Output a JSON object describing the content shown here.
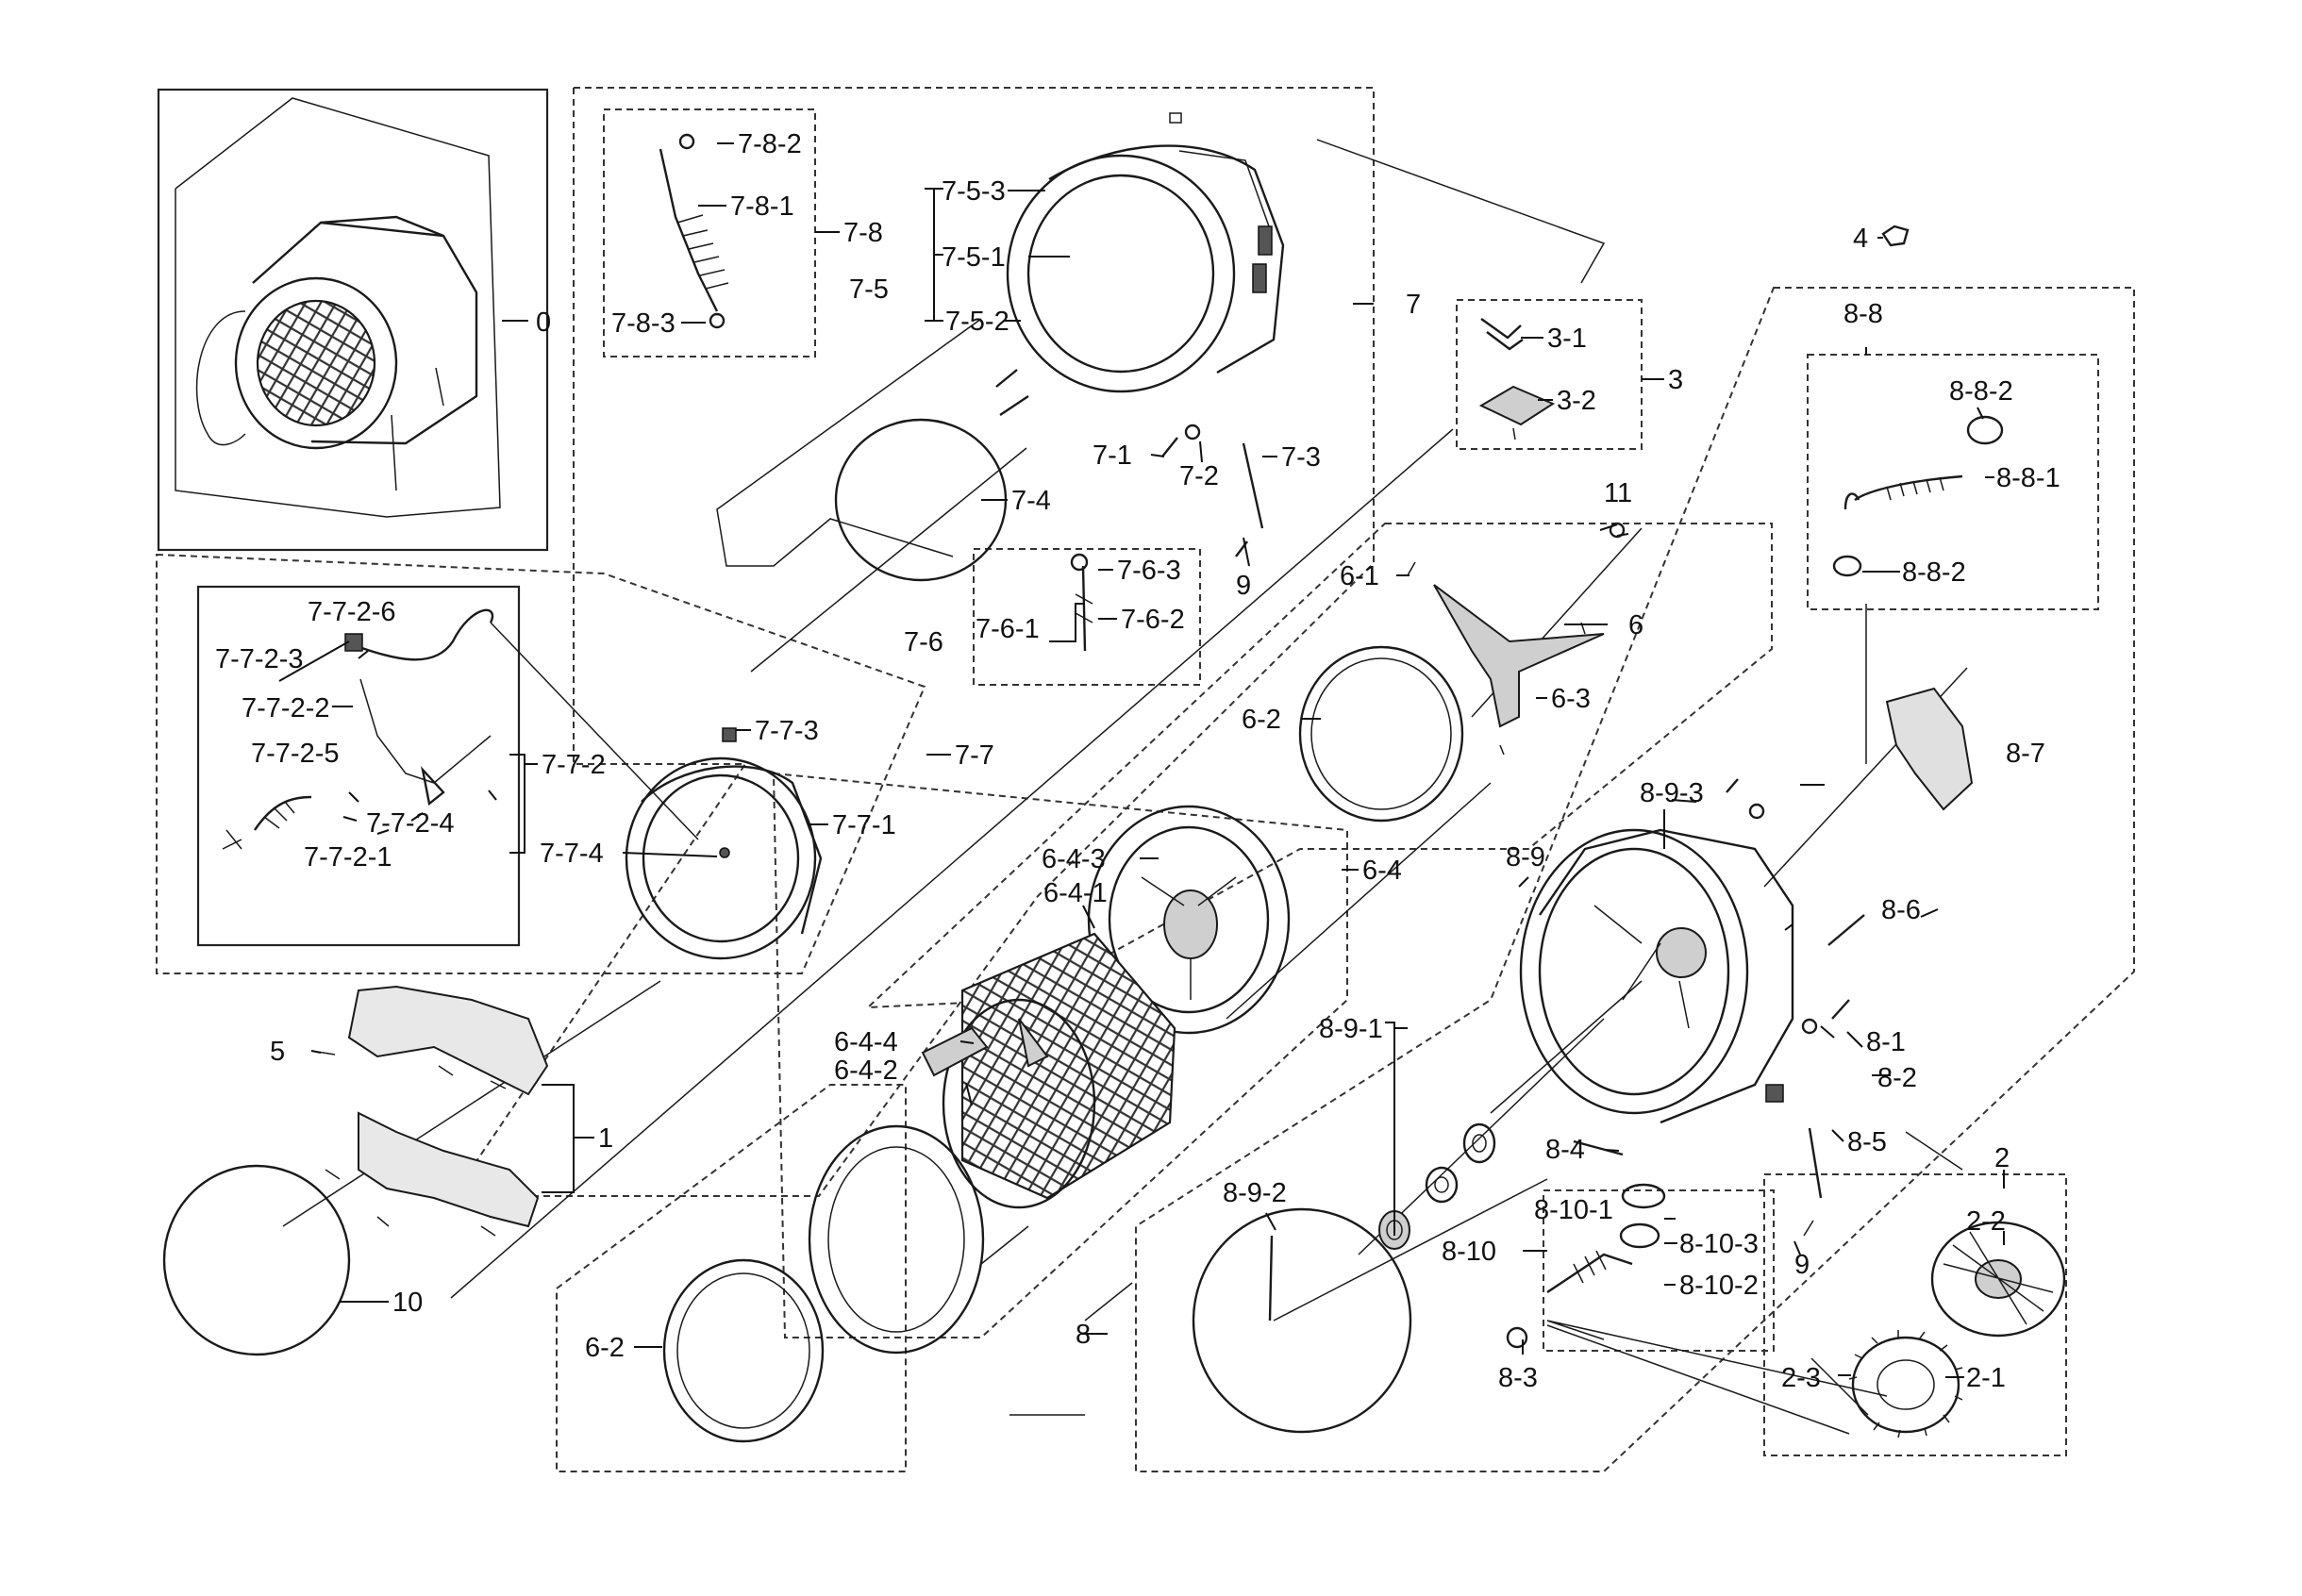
{
  "labels": {
    "l0": "0",
    "l1": "1",
    "l2": "2",
    "l2_1": "2-1",
    "l2_2": "2-2",
    "l2_3": "2-3",
    "l3": "3",
    "l3_1": "3-1",
    "l3_2": "3-2",
    "l4": "4",
    "l5": "5",
    "l6": "6",
    "l6_1": "6-1",
    "l6_2a": "6-2",
    "l6_2b": "6-2",
    "l6_3": "6-3",
    "l6_4": "6-4",
    "l6_4_1": "6-4-1",
    "l6_4_2": "6-4-2",
    "l6_4_3": "6-4-3",
    "l6_4_4": "6-4-4",
    "l7": "7",
    "l7_1": "7-1",
    "l7_2": "7-2",
    "l7_3": "7-3",
    "l7_4": "7-4",
    "l7_5": "7-5",
    "l7_5_1": "7-5-1",
    "l7_5_2": "7-5-2",
    "l7_5_3": "7-5-3",
    "l7_6": "7-6",
    "l7_6_1": "7-6-1",
    "l7_6_2": "7-6-2",
    "l7_6_3": "7-6-3",
    "l7_7": "7-7",
    "l7_7_1": "7-7-1",
    "l7_7_2": "7-7-2",
    "l7_7_2_1": "7-7-2-1",
    "l7_7_2_2": "7-7-2-2",
    "l7_7_2_3": "7-7-2-3",
    "l7_7_2_4": "7-7-2-4",
    "l7_7_2_5": "7-7-2-5",
    "l7_7_2_6": "7-7-2-6",
    "l7_7_3": "7-7-3",
    "l7_7_4": "7-7-4",
    "l7_8": "7-8",
    "l7_8_1": "7-8-1",
    "l7_8_2": "7-8-2",
    "l7_8_3": "7-8-3",
    "l8": "8",
    "l8_1": "8-1",
    "l8_2": "8-2",
    "l8_3": "8-3",
    "l8_4": "8-4",
    "l8_5": "8-5",
    "l8_6": "8-6",
    "l8_7": "8-7",
    "l8_8": "8-8",
    "l8_8_1": "8-8-1",
    "l8_8_2a": "8-8-2",
    "l8_8_2b": "8-8-2",
    "l8_9": "8-9",
    "l8_9_1": "8-9-1",
    "l8_9_2": "8-9-2",
    "l8_9_3": "8-9-3",
    "l8_10": "8-10",
    "l8_10_1": "8-10-1",
    "l8_10_2": "8-10-2",
    "l8_10_3": "8-10-3",
    "l9a": "9",
    "l9b": "9",
    "l10": "10",
    "l11": "11"
  }
}
